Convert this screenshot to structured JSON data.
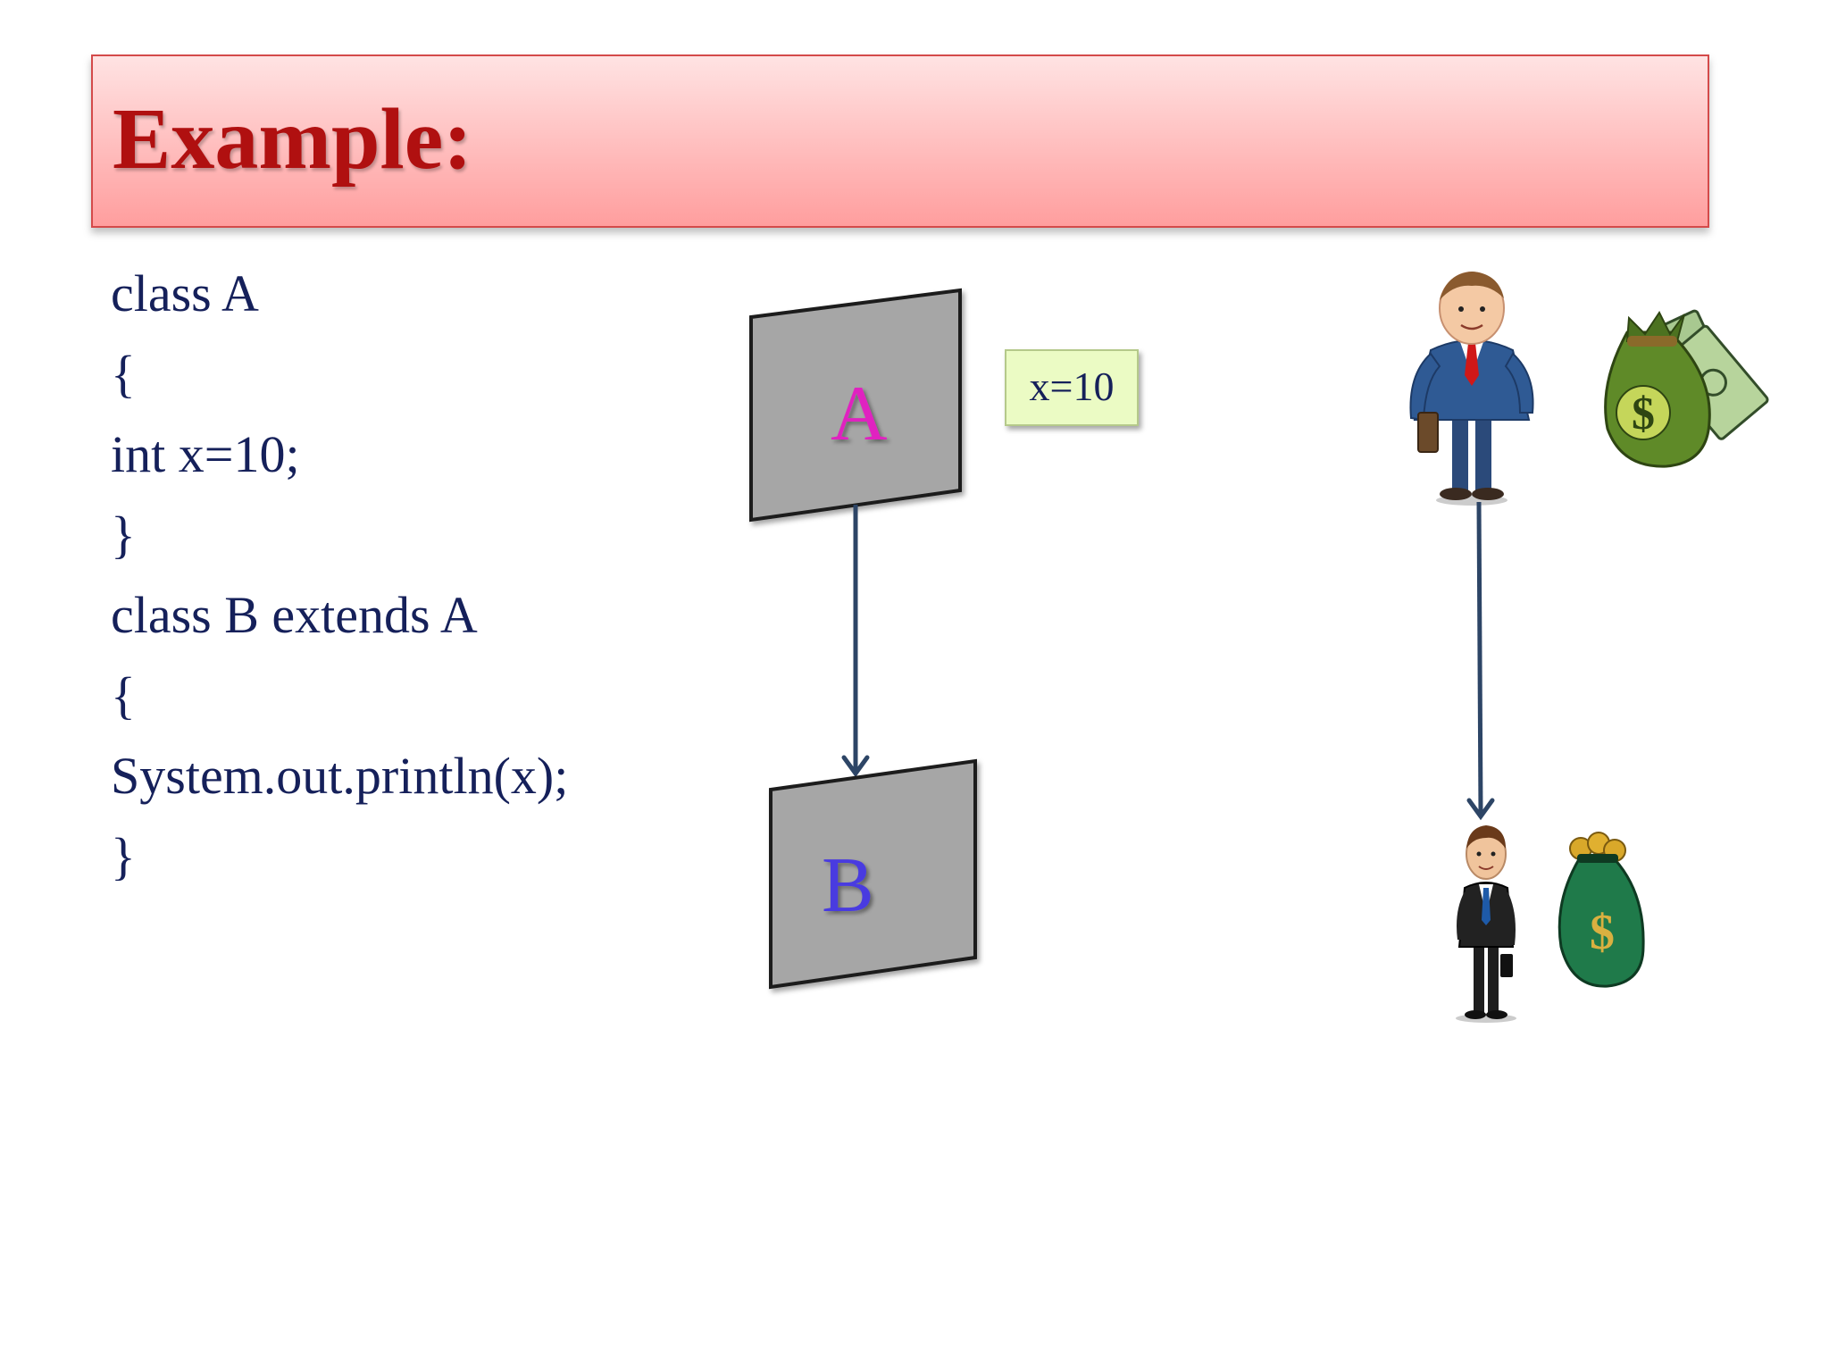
{
  "title": "Example:",
  "code_lines": [
    "class A",
    "{",
    "int  x=10;",
    "}",
    "class B extends A",
    "{",
    "System.out.println(x);",
    "}"
  ],
  "diagram": {
    "box_a_label": "A",
    "box_b_label": "B",
    "value_box_label": "x=10",
    "money_symbol": "$"
  },
  "colors": {
    "title_text": "#b01010",
    "code_text": "#15205a",
    "box_fill": "#a6a6a6",
    "box_a_label": "#e020c0",
    "box_b_label": "#4a3ae0",
    "arrow": "#2d4566",
    "value_box_fill": "#ebfbc4"
  }
}
